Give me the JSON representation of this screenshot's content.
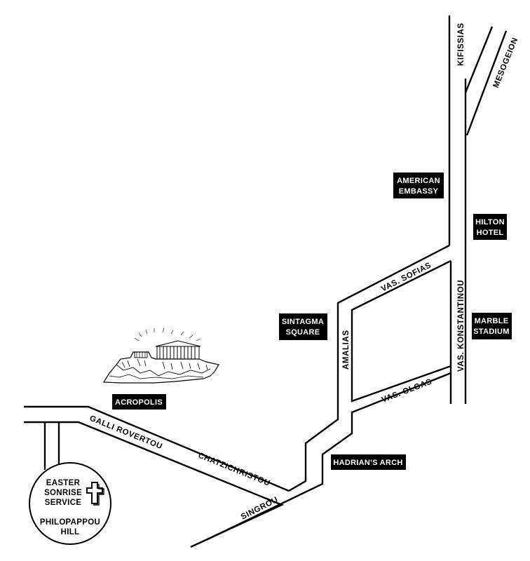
{
  "streets": {
    "kifissias": "KIFISSIAS",
    "mesogeion": "MESOGEION",
    "vas_sofias": "VAS. SOFIAS",
    "vas_konstantinou": "VAS. KONSTANTINOU",
    "amalias": "AMALIAS",
    "vas_olgas": "VAS. OLGAS",
    "galli_rovertou": "GALLI ROVERTOU",
    "chatzichristou": "CHATZICHRISTOU",
    "singrou": "SINGROU"
  },
  "landmarks": {
    "american_embassy": {
      "line1": "AMERICAN",
      "line2": "EMBASSY"
    },
    "hilton_hotel": {
      "line1": "HILTON",
      "line2": "HOTEL"
    },
    "sintagma_square": {
      "line1": "SINTAGMA",
      "line2": "SQUARE"
    },
    "marble_stadium": {
      "line1": "MARBLE",
      "line2": "STADIUM"
    },
    "acropolis": "ACROPOLIS",
    "hadrians_arch": "HADRIAN'S ARCH"
  },
  "easter_service": {
    "line1": "EASTER",
    "line2": "SONRISE",
    "line3": "SERVICE",
    "line4": "PHILOPAPPOU",
    "line5": "HILL"
  },
  "icons": {
    "cross": "cross-icon",
    "acropolis_drawing": "parthenon-icon"
  },
  "colors": {
    "ink": "#000000",
    "paper": "#ffffff"
  }
}
